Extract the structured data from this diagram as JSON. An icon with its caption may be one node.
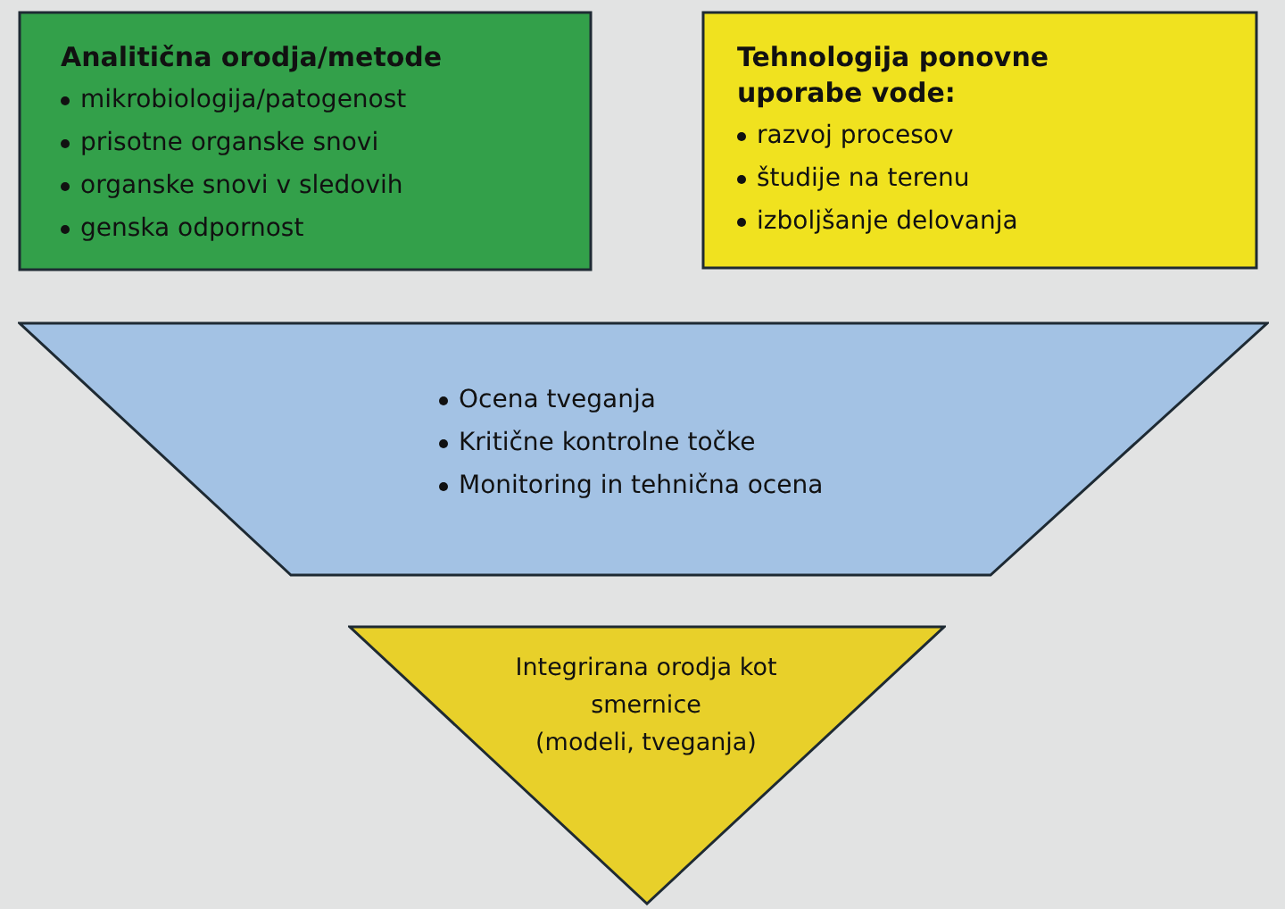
{
  "diagram": {
    "nodes": [
      {
        "text": [
          "Analitična orodja/metode",
          "mikrobiologija/patogenost",
          "prisotne organske snovi",
          "organske snovi v sledovih",
          "genska odpornost"
        ]
      },
      {
        "text": [
          "Tehnologija ponovne uporabe vode:",
          "razvoj procesov",
          "študije na terenu",
          "izboljšanje delovanja"
        ]
      },
      {
        "text": [
          "Ocena tveganja",
          "Kritične kontrolne točke",
          "Monitoring in tehnična ocena"
        ]
      },
      {
        "text": [
          "Integrirana orodja kot smernice",
          "(modeli, tveganja)"
        ]
      }
    ]
  }
}
